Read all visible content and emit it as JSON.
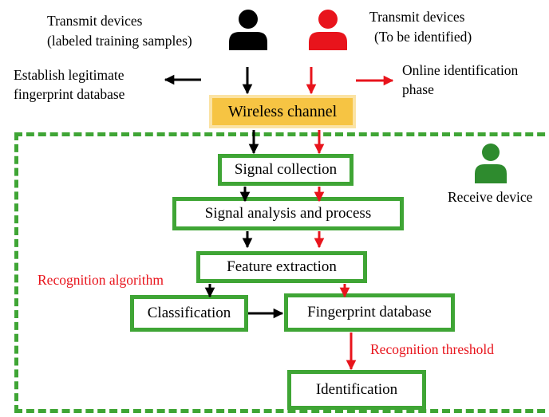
{
  "transmit_labeled": {
    "line1": "Transmit devices",
    "line2": "(labeled training samples)"
  },
  "transmit_unknown": {
    "line1": "Transmit devices",
    "line2": "(To be identified)"
  },
  "establish": {
    "line1": "Establish legitimate",
    "line2": "fingerprint database"
  },
  "online": {
    "line1": "Online identification",
    "line2": "phase"
  },
  "wireless_channel": "Wireless channel",
  "receive_device": "Receive device",
  "signal_collection": "Signal collection",
  "signal_analysis": "Signal analysis and process",
  "feature_extraction": "Feature extraction",
  "recognition_algorithm": "Recognition algorithm",
  "classification": "Classification",
  "fingerprint_database": "Fingerprint database",
  "recognition_threshold": "Recognition threshold",
  "identification": "Identification",
  "colors": {
    "training_path": "#000000",
    "identification_path": "#e8141c",
    "box_border": "#3fa535",
    "channel_fill": "#f6c443",
    "receive_icon": "#2e8b2e"
  }
}
